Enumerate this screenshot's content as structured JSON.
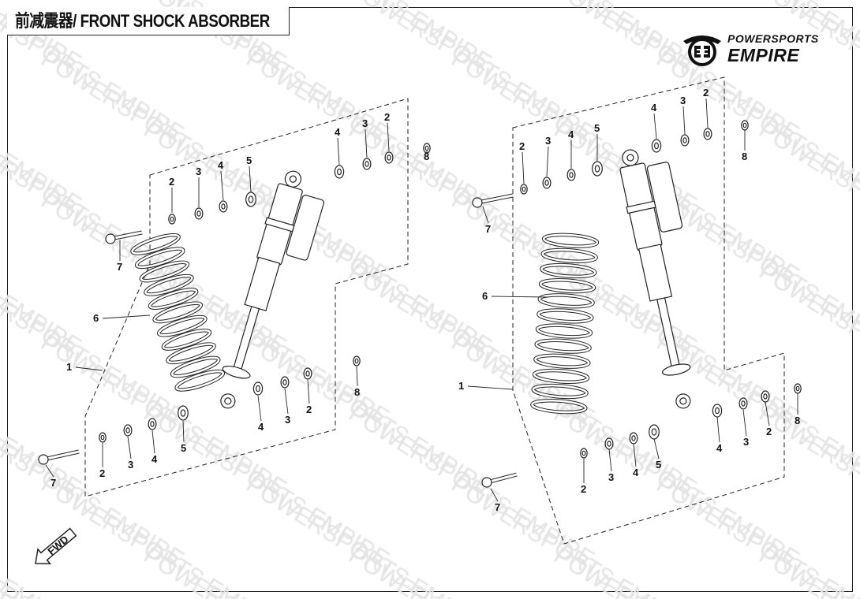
{
  "title": "前减震器/ FRONT SHOCK ABSORBER",
  "logo": {
    "line1": "POWERSPORTS",
    "line2": "EMPIRE"
  },
  "watermark": "POWERSPORTS EMPIRE",
  "fwd_label": "FWD",
  "left_assembly": {
    "callouts": [
      "2",
      "3",
      "4",
      "5",
      "4",
      "3",
      "2",
      "8",
      "7",
      "6",
      "1",
      "2",
      "3",
      "4",
      "5",
      "4",
      "3",
      "2",
      "8",
      "7"
    ]
  },
  "right_assembly": {
    "callouts": [
      "2",
      "3",
      "4",
      "5",
      "4",
      "3",
      "2",
      "8",
      "7",
      "6",
      "1",
      "2",
      "3",
      "4",
      "5",
      "4",
      "3",
      "2",
      "8",
      "7"
    ]
  }
}
